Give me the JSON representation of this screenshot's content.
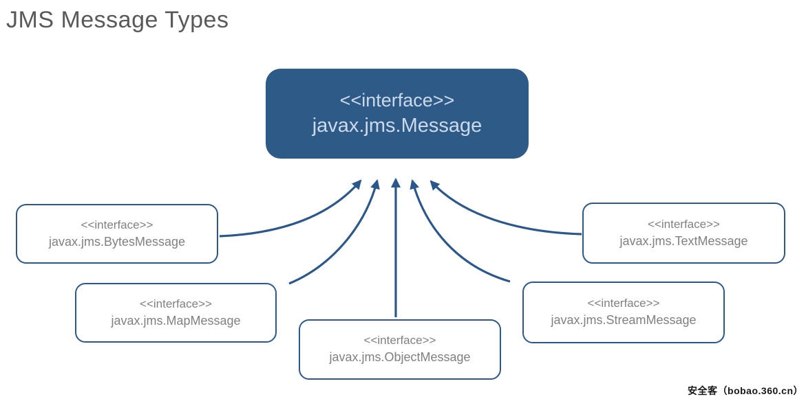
{
  "title": "JMS Message Types",
  "colors": {
    "accent_blue": "#2a588c",
    "parent_fill": "#2e5a87",
    "parent_text": "#ccd9e9",
    "child_border": "#2a588c",
    "child_text": "#808080",
    "title_text": "#595959",
    "background": "#ffffff"
  },
  "diagram": {
    "parent": {
      "stereotype": "<<interface>>",
      "name": "javax.jms.Message"
    },
    "children": [
      {
        "stereotype": "<<interface>>",
        "name": "javax.jms.BytesMessage"
      },
      {
        "stereotype": "<<interface>>",
        "name": "javax.jms.MapMessage"
      },
      {
        "stereotype": "<<interface>>",
        "name": "javax.jms.ObjectMessage"
      },
      {
        "stereotype": "<<interface>>",
        "name": "javax.jms.StreamMessage"
      },
      {
        "stereotype": "<<interface>>",
        "name": "javax.jms.TextMessage"
      }
    ],
    "relation": "arrows point from each child interface to javax.jms.Message"
  },
  "watermark": "安全客（bobao.360.cn）"
}
